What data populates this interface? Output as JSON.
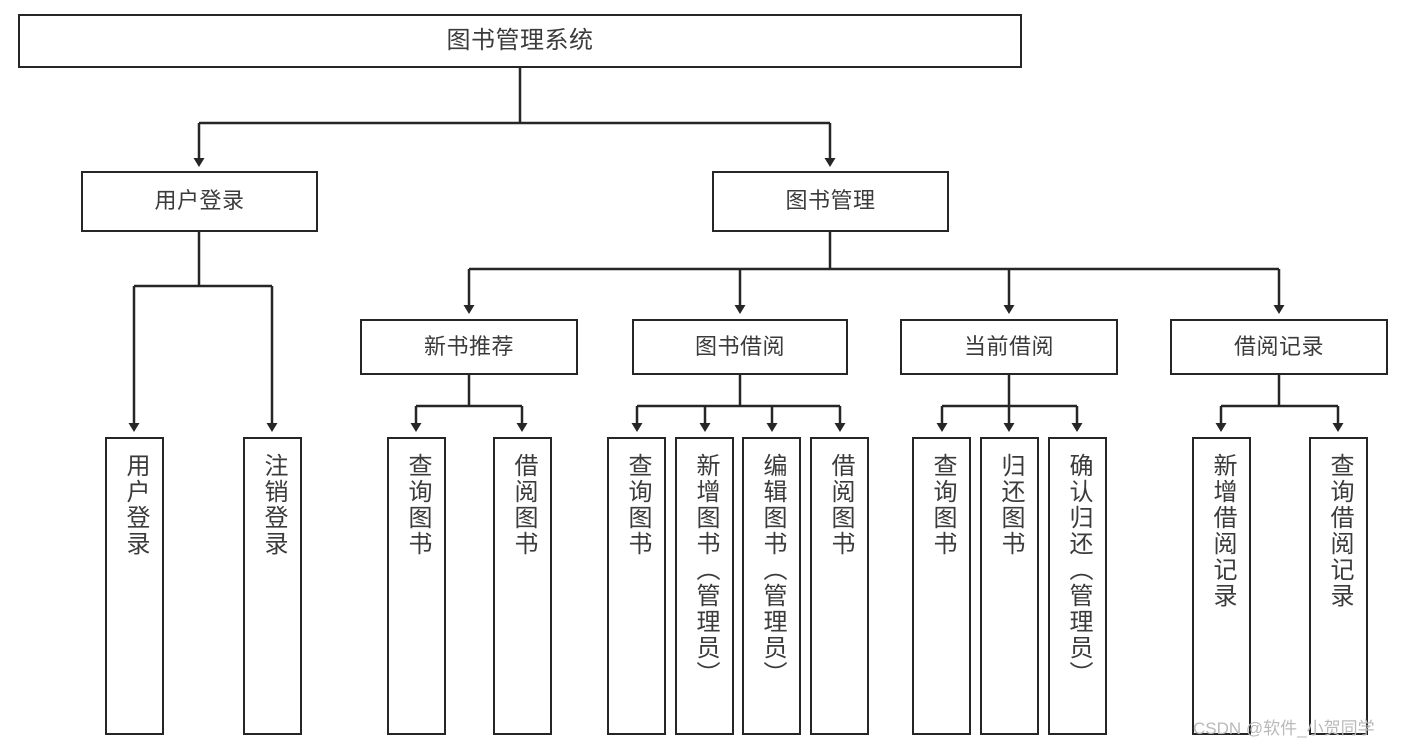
{
  "diagram": {
    "type": "tree",
    "title": "图书管理系统",
    "orientation": "top-down",
    "colors": {
      "box_border": "#262626",
      "box_fill": "#ffffff",
      "text": "#3b3b3b",
      "edge": "#262626",
      "watermark": "#b9b9b9"
    },
    "nodes": {
      "root": {
        "label": "图书管理系统",
        "level": 0
      },
      "login": {
        "label": "用户登录",
        "level": 1
      },
      "book_manage": {
        "label": "图书管理",
        "level": 1
      },
      "new_book_rec": {
        "label": "新书推荐",
        "level": 2
      },
      "book_borrow": {
        "label": "图书借阅",
        "level": 2
      },
      "current_borrow": {
        "label": "当前借阅",
        "level": 2
      },
      "borrow_record": {
        "label": "借阅记录",
        "level": 2
      },
      "leaf_user_login": {
        "label": "用户登录",
        "level": 3
      },
      "leaf_logout": {
        "label": "注销登录",
        "level": 3
      },
      "leaf_query_book_1": {
        "label": "查询图书",
        "level": 3
      },
      "leaf_borrow_book_1": {
        "label": "借阅图书",
        "level": 3
      },
      "leaf_query_book_2": {
        "label": "查询图书",
        "level": 3
      },
      "leaf_add_book": {
        "label": "新增图书（管理员）",
        "level": 3
      },
      "leaf_edit_book": {
        "label": "编辑图书（管理员）",
        "level": 3
      },
      "leaf_borrow_book_2": {
        "label": "借阅图书",
        "level": 3
      },
      "leaf_query_book_3": {
        "label": "查询图书",
        "level": 3
      },
      "leaf_return_book": {
        "label": "归还图书",
        "level": 3
      },
      "leaf_confirm_return": {
        "label": "确认归还（管理员）",
        "level": 3
      },
      "leaf_add_record": {
        "label": "新增借阅记录",
        "level": 3
      },
      "leaf_query_record": {
        "label": "查询借阅记录",
        "level": 3
      }
    },
    "edges": [
      {
        "from": "root",
        "to": "login"
      },
      {
        "from": "root",
        "to": "book_manage"
      },
      {
        "from": "login",
        "to": "leaf_user_login"
      },
      {
        "from": "login",
        "to": "leaf_logout"
      },
      {
        "from": "book_manage",
        "to": "new_book_rec"
      },
      {
        "from": "book_manage",
        "to": "book_borrow"
      },
      {
        "from": "book_manage",
        "to": "current_borrow"
      },
      {
        "from": "book_manage",
        "to": "borrow_record"
      },
      {
        "from": "new_book_rec",
        "to": "leaf_query_book_1"
      },
      {
        "from": "new_book_rec",
        "to": "leaf_borrow_book_1"
      },
      {
        "from": "book_borrow",
        "to": "leaf_query_book_2"
      },
      {
        "from": "book_borrow",
        "to": "leaf_add_book"
      },
      {
        "from": "book_borrow",
        "to": "leaf_edit_book"
      },
      {
        "from": "book_borrow",
        "to": "leaf_borrow_book_2"
      },
      {
        "from": "current_borrow",
        "to": "leaf_query_book_3"
      },
      {
        "from": "current_borrow",
        "to": "leaf_return_book"
      },
      {
        "from": "current_borrow",
        "to": "leaf_confirm_return"
      },
      {
        "from": "borrow_record",
        "to": "leaf_add_record"
      },
      {
        "from": "borrow_record",
        "to": "leaf_query_record"
      }
    ]
  },
  "watermark": {
    "text": "CSDN @软件_小贺同学"
  }
}
